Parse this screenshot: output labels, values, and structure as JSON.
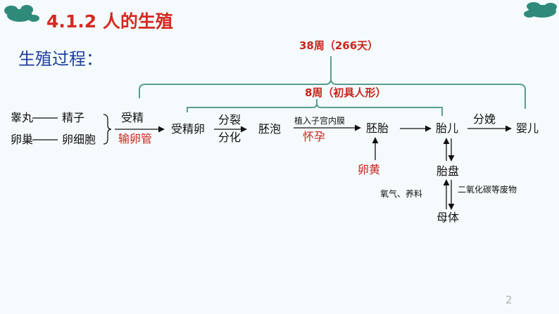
{
  "header": {
    "title": "4.1.2 人的生殖",
    "subtitle": "生殖过程："
  },
  "diagram": {
    "left_organ_1": "睾丸",
    "left_cell_1": "精子",
    "left_organ_2": "卵巢",
    "left_cell_2": "卵细胞",
    "arrow1_top": "受精",
    "arrow1_bottom": "输卵管",
    "node_zygote": "受精卵",
    "arrow2_top": "分裂",
    "arrow2_bottom": "分化",
    "node_blastocyst": "胚泡",
    "arrow3_top": "植入子宫内膜",
    "arrow3_bottom": "怀孕",
    "node_embryo": "胚胎",
    "node_yolk": "卵黄",
    "node_fetus": "胎儿",
    "arrow5_top": "分娩",
    "node_baby": "婴儿",
    "node_placenta": "胎盘",
    "label_oxygen": "氧气、养料",
    "label_waste": "二氧化碳等废物",
    "node_mother": "母体",
    "bracket_outer_label": "38周（266天）",
    "bracket_inner_label": "8周（初具人形）"
  },
  "footer": {
    "page_number": "2"
  },
  "colors": {
    "title": "#d42a20",
    "subtitle": "#1f3f9e",
    "bracket": "#5a9d8e",
    "cloud": "#2f8a7a"
  }
}
